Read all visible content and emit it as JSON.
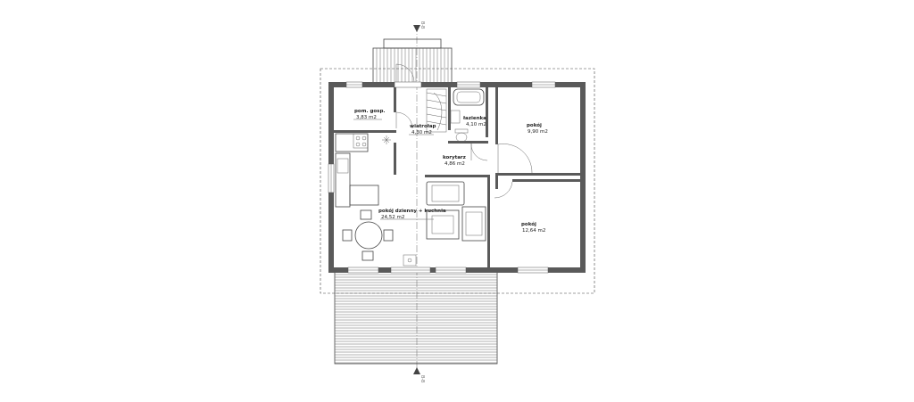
{
  "rooms": [
    {
      "id": "utility",
      "name": "pom. gosp.",
      "area": "3,83 m2"
    },
    {
      "id": "hall",
      "name": "wiatrołap",
      "area": "4,30 m2"
    },
    {
      "id": "bath",
      "name": "łazienka",
      "area": "4,10 m2"
    },
    {
      "id": "corridor",
      "name": "korytarz",
      "area": "4,86 m2"
    },
    {
      "id": "room1",
      "name": "pokój",
      "area": "9,90 m2"
    },
    {
      "id": "living",
      "name": "pokój dzienny + kuchnia",
      "area": "24,52 m2"
    },
    {
      "id": "room2",
      "name": "pokój",
      "area": "12,64 m2"
    }
  ],
  "section_axis": {
    "top_label": "B-B",
    "bottom_label": "B-B"
  }
}
